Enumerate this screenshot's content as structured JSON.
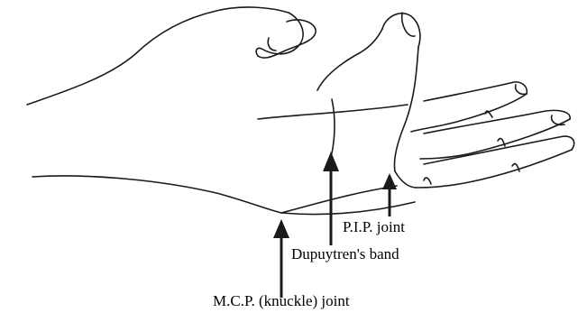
{
  "figure": {
    "subject": "hand with bent finger",
    "labels": {
      "pip_joint": "P.I.P. joint",
      "dupuytrens_band": "Dupuytren's band",
      "mcp_joint": "M.C.P. (knuckle) joint"
    }
  },
  "style": {
    "ink": "#1a1a1a",
    "paper": "#ffffff"
  }
}
